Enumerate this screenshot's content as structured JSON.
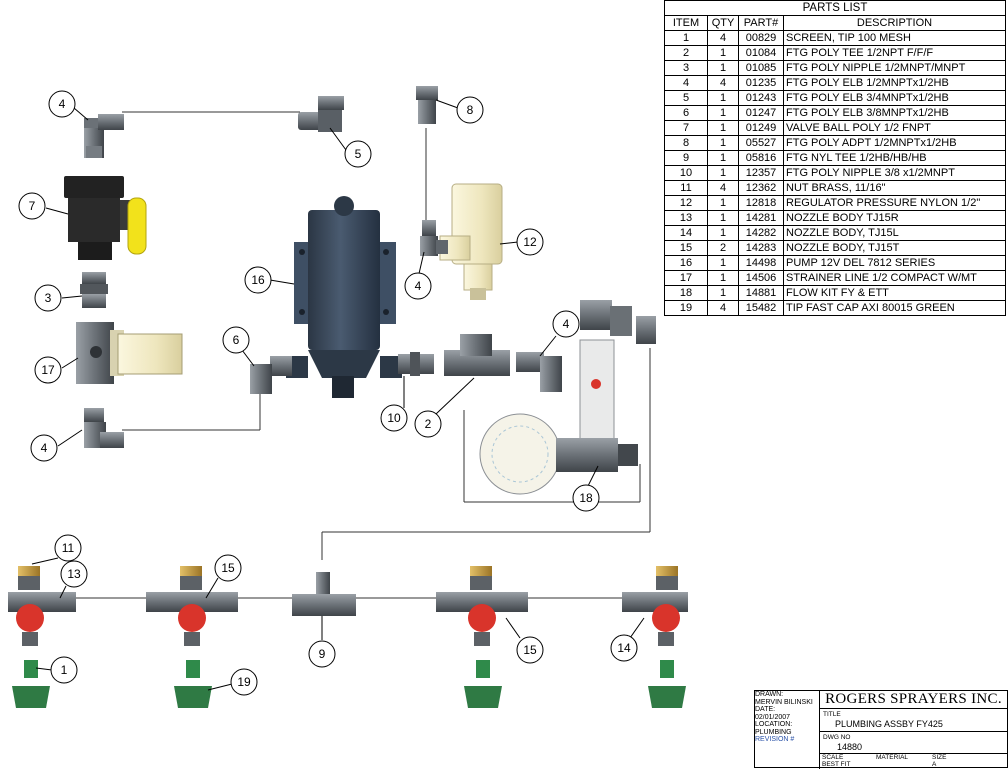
{
  "parts_list": {
    "title": "PARTS LIST",
    "headers": [
      "ITEM",
      "QTY",
      "PART#",
      "DESCRIPTION"
    ],
    "rows": [
      {
        "item": "1",
        "qty": "4",
        "part": "00829",
        "desc": "SCREEN, TIP 100 MESH"
      },
      {
        "item": "2",
        "qty": "1",
        "part": "01084",
        "desc": "FTG POLY TEE 1/2NPT F/F/F"
      },
      {
        "item": "3",
        "qty": "1",
        "part": "01085",
        "desc": "FTG POLY NIPPLE 1/2MNPT/MNPT"
      },
      {
        "item": "4",
        "qty": "4",
        "part": "01235",
        "desc": "FTG POLY ELB 1/2MNPTx1/2HB"
      },
      {
        "item": "5",
        "qty": "1",
        "part": "01243",
        "desc": "FTG POLY ELB 3/4MNPTx1/2HB"
      },
      {
        "item": "6",
        "qty": "1",
        "part": "01247",
        "desc": "FTG POLY ELB 3/8MNPTx1/2HB"
      },
      {
        "item": "7",
        "qty": "1",
        "part": "01249",
        "desc": "VALVE BALL POLY 1/2 FNPT"
      },
      {
        "item": "8",
        "qty": "1",
        "part": "05527",
        "desc": "FTG POLY ADPT 1/2MNPTx1/2HB"
      },
      {
        "item": "9",
        "qty": "1",
        "part": "05816",
        "desc": "FTG NYL TEE 1/2HB/HB/HB"
      },
      {
        "item": "10",
        "qty": "1",
        "part": "12357",
        "desc": "FTG POLY NIPPLE 3/8 x1/2MNPT"
      },
      {
        "item": "11",
        "qty": "4",
        "part": "12362",
        "desc": "NUT BRASS, 11/16\""
      },
      {
        "item": "12",
        "qty": "1",
        "part": "12818",
        "desc": "REGULATOR PRESSURE NYLON 1/2\""
      },
      {
        "item": "13",
        "qty": "1",
        "part": "14281",
        "desc": "NOZZLE BODY TJ15R"
      },
      {
        "item": "14",
        "qty": "1",
        "part": "14282",
        "desc": "NOZZLE BODY, TJ15L"
      },
      {
        "item": "15",
        "qty": "2",
        "part": "14283",
        "desc": "NOZZLE BODY, TJ15T"
      },
      {
        "item": "16",
        "qty": "1",
        "part": "14498",
        "desc": "PUMP 12V DEL 7812 SERIES"
      },
      {
        "item": "17",
        "qty": "1",
        "part": "14506",
        "desc": "STRAINER LINE 1/2 COMPACT W/MT"
      },
      {
        "item": "18",
        "qty": "1",
        "part": "14881",
        "desc": "FLOW KIT FY & ETT"
      },
      {
        "item": "19",
        "qty": "4",
        "part": "15482",
        "desc": "TIP FAST CAP AXI 80015 GREEN"
      }
    ]
  },
  "callouts": {
    "c4a": "4",
    "c5": "5",
    "c8": "8",
    "c7": "7",
    "c3": "3",
    "c17": "17",
    "c4b": "4",
    "c16": "16",
    "c6": "6",
    "c4c": "4",
    "c12": "12",
    "c10": "10",
    "c2": "2",
    "c4d": "4",
    "c18": "18",
    "c11": "11",
    "c13": "13",
    "c1": "1",
    "c15a": "15",
    "c19": "19",
    "c9": "9",
    "c15b": "15",
    "c14": "14"
  },
  "title_block": {
    "drawn_label": "DRAWN:",
    "drawn_by": "MERVIN BILINSKI",
    "date_label": "DATE:",
    "date": "02/01/2007",
    "location_label": "LOCATION:",
    "location": "PLUMBING",
    "revision_label": "REVISION #",
    "company": "ROGERS SPRAYERS INC.",
    "title_label": "TITLE",
    "title": "PLUMBING ASSBY FY425",
    "dwg_label": "DWG NO",
    "dwg_no": "14880",
    "scale_label": "SCALE",
    "scale": "BEST FIT",
    "material_label": "MATERIAL",
    "size_label": "SIZE",
    "size": "A"
  },
  "colors": {
    "pump_body": "#3b4a5c",
    "fitting_gray": "#6f757b",
    "valve_yellow": "#f2e21b",
    "regulator_cream": "#f3edc8",
    "nozzle_red": "#d9342b",
    "tip_green": "#2f8a4a",
    "brass": "#c69a3a"
  }
}
